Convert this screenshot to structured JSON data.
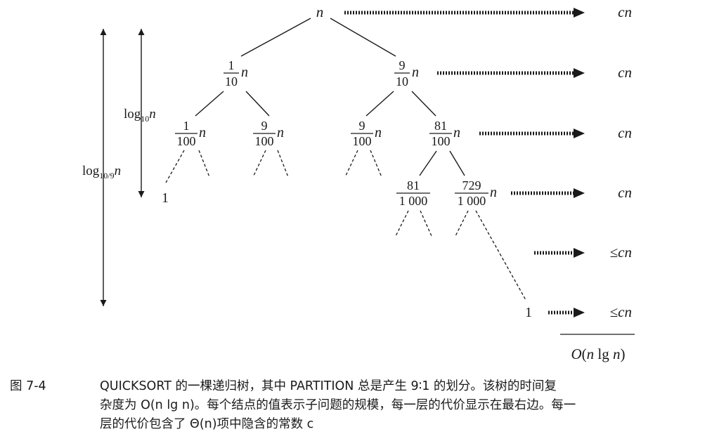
{
  "tree": {
    "root": {
      "label": "n"
    },
    "level1_left": {
      "num": "1",
      "den": "10",
      "var": "n"
    },
    "level1_right": {
      "num": "9",
      "den": "10",
      "var": "n"
    },
    "level2_a": {
      "num": "1",
      "den": "100",
      "var": "n"
    },
    "level2_b": {
      "num": "9",
      "den": "100",
      "var": "n"
    },
    "level2_c": {
      "num": "9",
      "den": "100",
      "var": "n"
    },
    "level2_d": {
      "num": "81",
      "den": "100",
      "var": "n"
    },
    "level3_a": {
      "num": "81",
      "den": "1 000",
      "var": "n"
    },
    "level3_b": {
      "num": "729",
      "den": "1 000",
      "var": "n"
    },
    "leaf_left": "1",
    "leaf_right": "1",
    "depth_short": {
      "base": "log",
      "sub": "10",
      "var": "n"
    },
    "depth_long": {
      "base": "log",
      "sub": "10/9",
      "var": "n"
    }
  },
  "costs": [
    {
      "prefix": "",
      "value": "cn"
    },
    {
      "prefix": "",
      "value": "cn"
    },
    {
      "prefix": "",
      "value": "cn"
    },
    {
      "prefix": "",
      "value": "cn"
    },
    {
      "prefix": "≤",
      "value": "cn"
    },
    {
      "prefix": "≤",
      "value": "cn"
    }
  ],
  "total": {
    "o": "O",
    "open": "(",
    "n1": "n",
    "lg": "lg",
    "n2": "n",
    "close": ")"
  },
  "caption": {
    "label": "图 7-4",
    "line1": "QUICKSORT 的一棵递归树，其中 PARTITION 总是产生 9∶1 的划分。该树的时间复",
    "line2": "杂度为 O(n lg n)。每个结点的值表示子问题的规模，每一层的代价显示在最右边。每一",
    "line3": "层的代价包含了 Θ(n)项中隐含的常数 c"
  },
  "colors": {
    "ink": "#1a1a1a",
    "background": "#ffffff"
  }
}
